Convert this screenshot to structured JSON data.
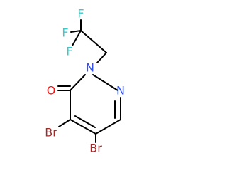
{
  "molecule": {
    "atoms": {
      "f1": {
        "symbol": "F",
        "color": "#33cccc"
      },
      "f2": {
        "symbol": "F",
        "color": "#33cccc"
      },
      "f3": {
        "symbol": "F",
        "color": "#33cccc"
      },
      "o": {
        "symbol": "O",
        "color": "#ff0d0d"
      },
      "n1": {
        "symbol": "N",
        "color": "#3050f8"
      },
      "n2": {
        "symbol": "N",
        "color": "#3050f8"
      },
      "br1": {
        "symbol": "Br",
        "color": "#a62929"
      },
      "br2": {
        "symbol": "Br",
        "color": "#a62929"
      }
    },
    "bond_color": "#000000"
  }
}
